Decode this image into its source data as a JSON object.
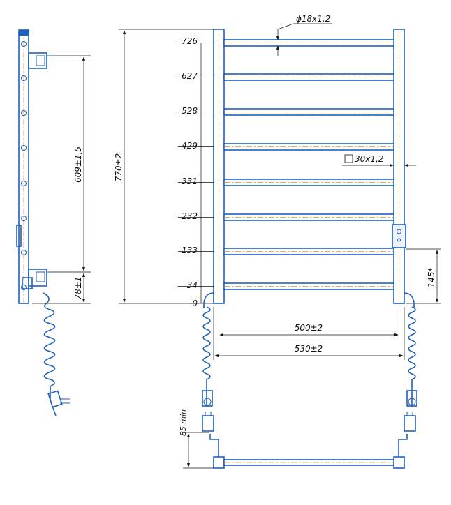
{
  "drawing": {
    "rung_heights": [
      "726",
      "627",
      "528",
      "429",
      "331",
      "232",
      "133",
      "34",
      "0"
    ],
    "dimensions": {
      "tube_diameter": "ϕ18x1,2",
      "profile": "30x1,2",
      "total_height": "770±2",
      "side_span": "609±1,5",
      "bottom_bracket": "78±1",
      "inner_width": "500±2",
      "outer_width": "530±2",
      "connector_height": "145*",
      "plug_clearance": "85 min"
    },
    "colors": {
      "outline": "#1f5fbf",
      "centerline": "#d88a3a",
      "dimension": "#111111"
    }
  }
}
